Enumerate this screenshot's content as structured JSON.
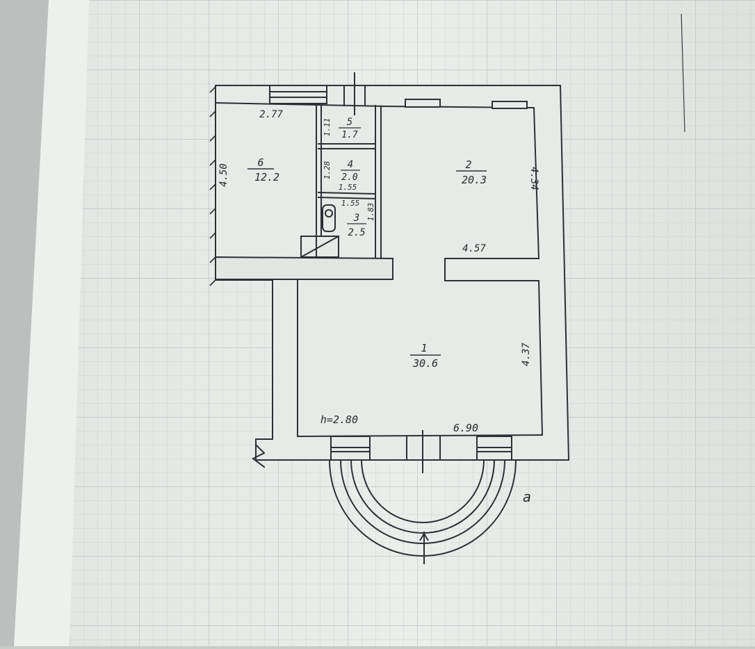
{
  "floor_plan": {
    "ceiling_height_label": "h=2.80",
    "plan_letter": "a",
    "rooms": [
      {
        "number": "1",
        "area": "30.6"
      },
      {
        "number": "2",
        "area": "20.3"
      },
      {
        "number": "3",
        "area": "2.5"
      },
      {
        "number": "4",
        "area": "2.0"
      },
      {
        "number": "5",
        "area": "1.7"
      },
      {
        "number": "6",
        "area": "12.2"
      }
    ],
    "dimensions": {
      "room6_width": "2.77",
      "room6_depth": "4.50",
      "room5_depth": "1.11",
      "room4_depth": "1.28",
      "room4_width_top": "1.55",
      "room3_width": "1.55",
      "room3_depth": "1.83",
      "room2_width": "4.57",
      "room2_depth": "4.34",
      "room1_depth": "4.37",
      "room1_width": "6.90"
    }
  }
}
